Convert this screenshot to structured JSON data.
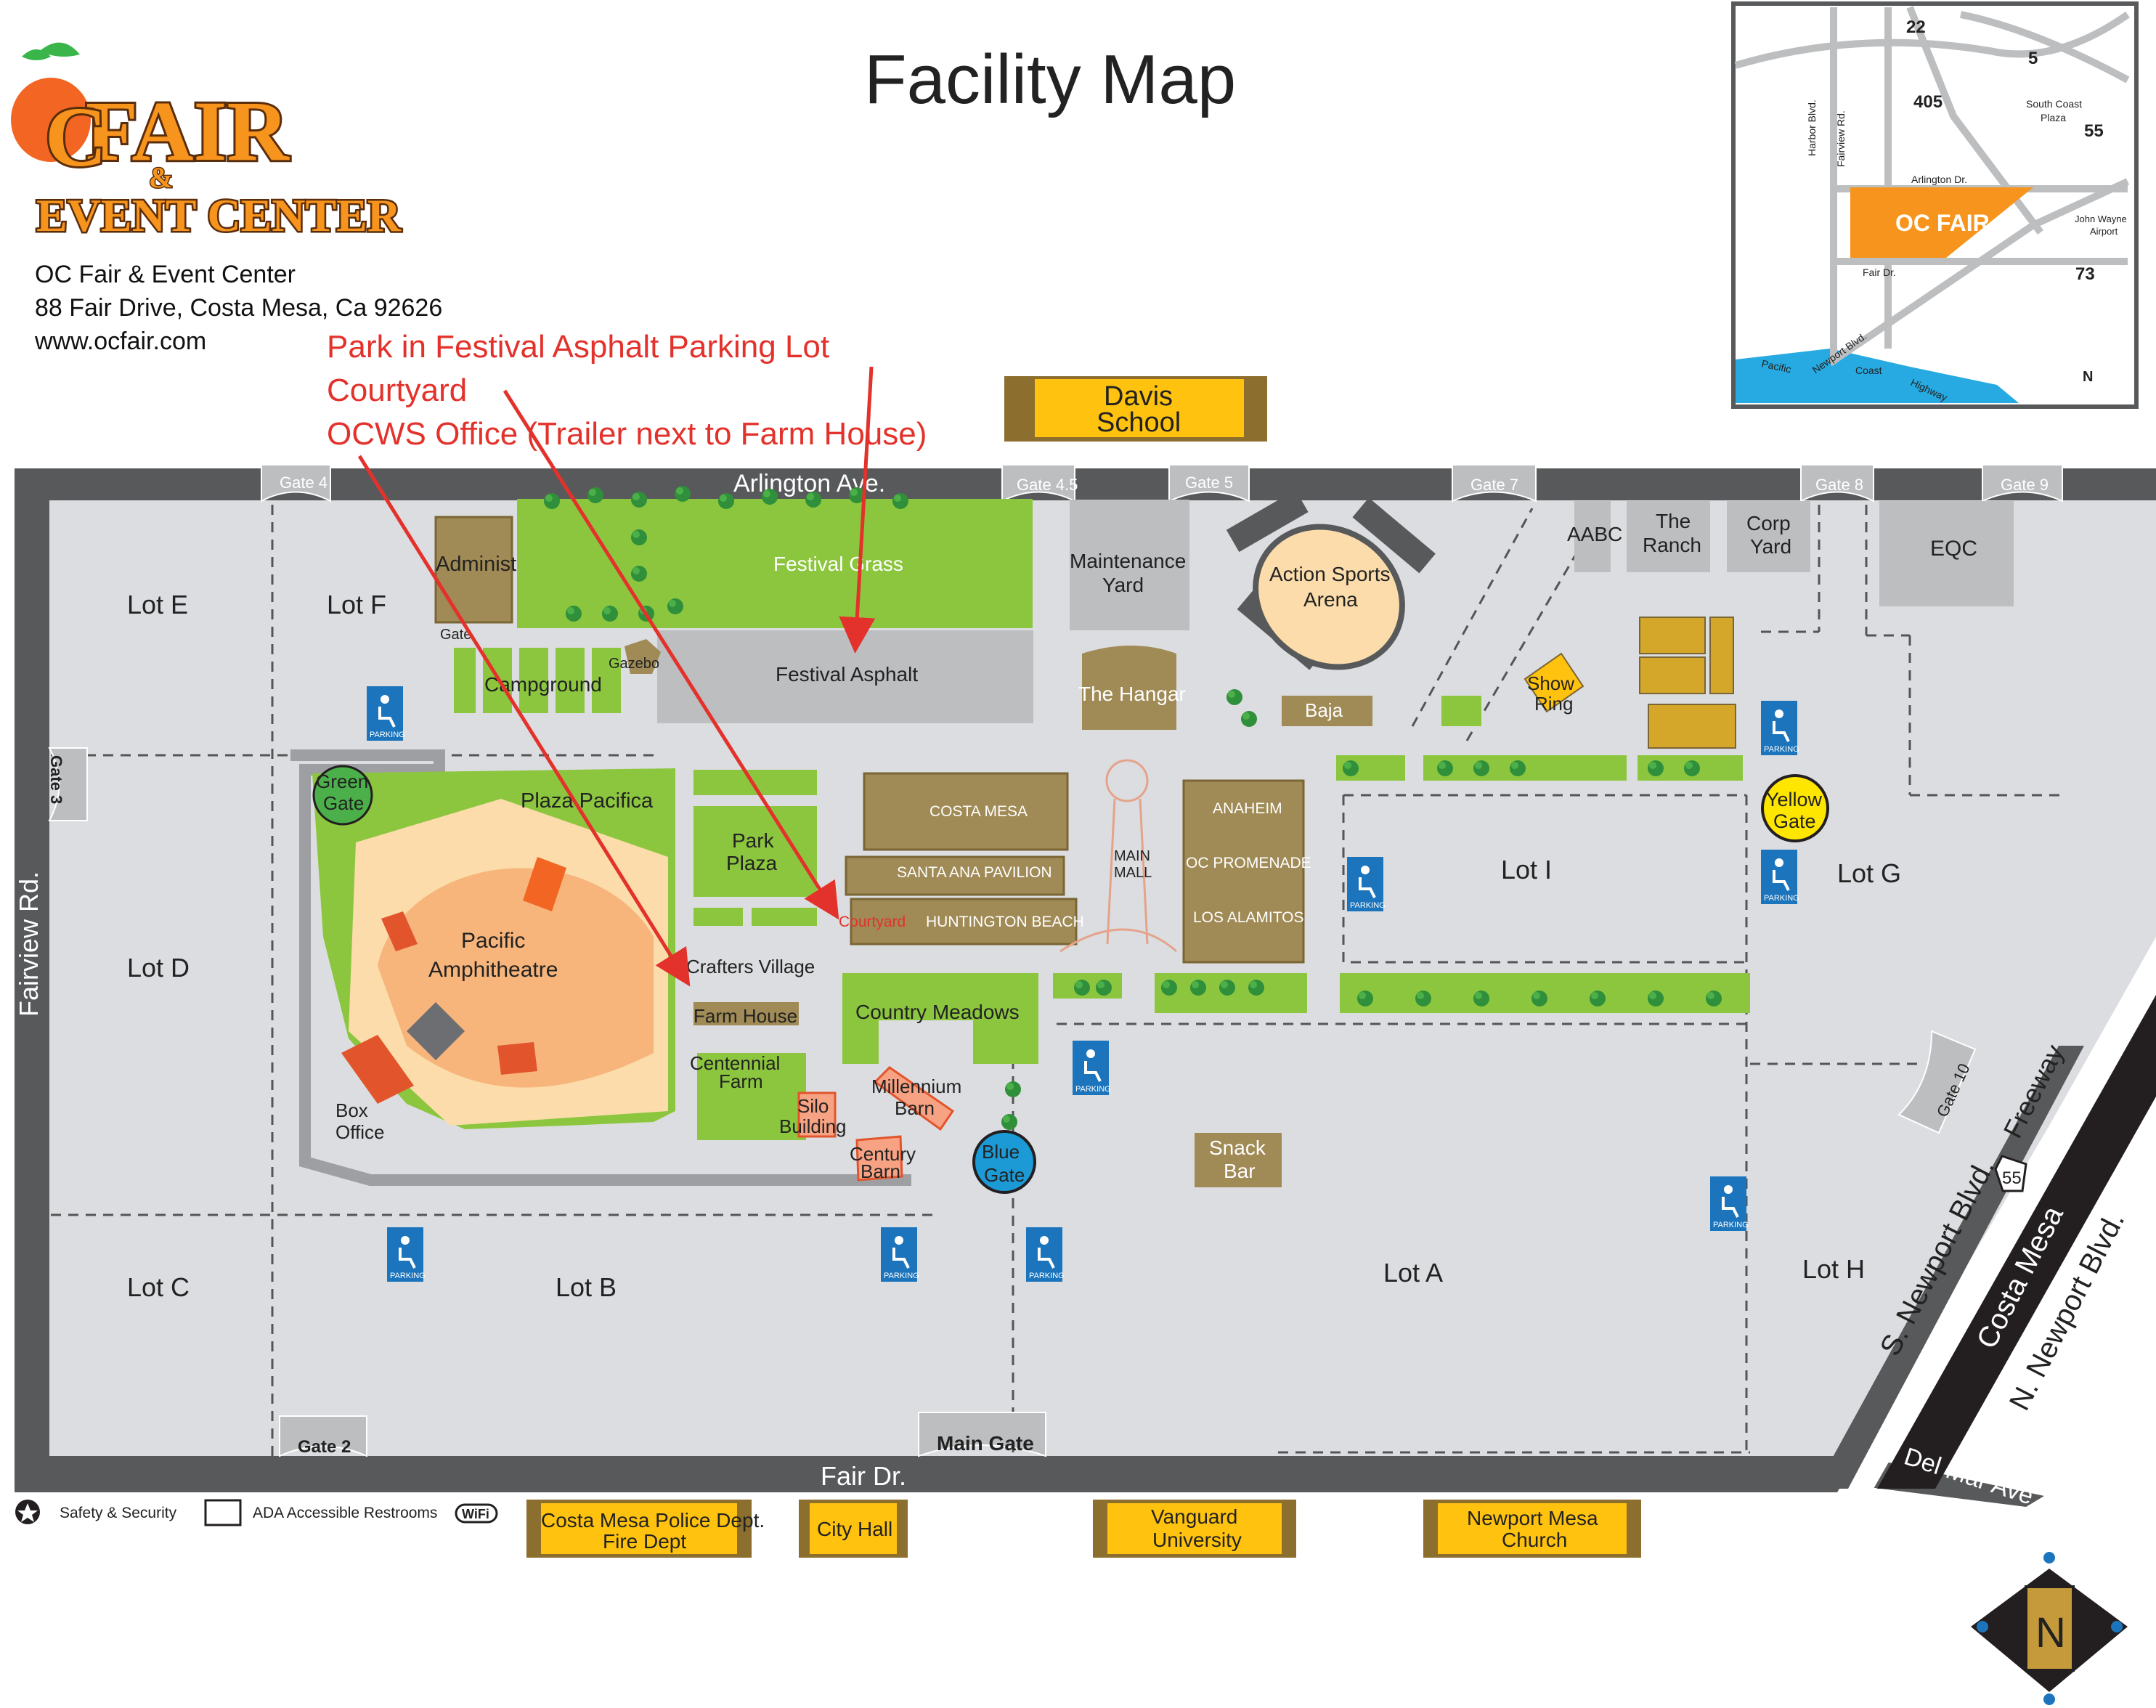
{
  "header": {
    "title": "Facility Map",
    "logo_text": "OC FAIR & EVENT CENTER",
    "address_line1": "OC Fair & Event Center",
    "address_line2": "88 Fair Drive, Costa Mesa, Ca 92626",
    "website": "www.ocfair.com"
  },
  "annotations": {
    "line1": "Park in Festival Asphalt Parking Lot",
    "line2": "Courtyard",
    "line3": "OCWS Office   (Trailer next to Farm   House)"
  },
  "streets": {
    "arlington": "Arlington Ave.",
    "fairview": "Fairview Rd.",
    "fair_dr": "Fair Dr.",
    "s_newport": "S. Newport Blvd.",
    "n_newport": "N. Newport Blvd.",
    "costa_mesa": "Costa Mesa",
    "freeway": "Freeway",
    "del_mar": "Del Mar Ave",
    "freeway_shield": "55"
  },
  "gates": {
    "gate2": "Gate 2",
    "gate3": "Gate 3",
    "gate4": "Gate 4",
    "gate45": "Gate 4.5",
    "gate5": "Gate 5",
    "gate7": "Gate 7",
    "gate8": "Gate 8",
    "gate9": "Gate 9",
    "gate10": "Gate 10",
    "main_gate": "Main Gate",
    "green_gate_1": "Green",
    "green_gate_2": "Gate",
    "yellow_gate_1": "Yellow",
    "yellow_gate_2": "Gate",
    "blue_gate_1": "Blue",
    "blue_gate_2": "Gate",
    "gate_small": "Gate"
  },
  "lots": {
    "a": "Lot A",
    "b": "Lot B",
    "c": "Lot C",
    "d": "Lot D",
    "e": "Lot E",
    "f": "Lot F",
    "g": "Lot G",
    "h": "Lot H",
    "i": "Lot I"
  },
  "places": {
    "administration": "Administration",
    "festival_grass": "Festival Grass",
    "festival_asphalt": "Festival Asphalt",
    "campground": "Campground",
    "gazebo": "Gazebo",
    "plaza_pacifica": "Plaza Pacifica",
    "pacific_1": "Pacific",
    "pacific_2": "Amphitheatre",
    "box_office_1": "Box",
    "box_office_2": "Office",
    "park_plaza_1": "Park",
    "park_plaza_2": "Plaza",
    "crafters_village": "Crafters Village",
    "farm_house": "Farm House",
    "centennial_1": "Centennial",
    "centennial_2": "Farm",
    "silo_1": "Silo",
    "silo_2": "Building",
    "millennium_1": "Millennium",
    "millennium_2": "Barn",
    "century_1": "Century",
    "century_2": "Barn",
    "country_meadows": "Country Meadows",
    "courtyard": "Courtyard",
    "costa_mesa_bldg": "COSTA MESA",
    "santa_ana": "SANTA ANA PAVILION",
    "huntington": "HUNTINGTON BEACH",
    "main_mall_1": "MAIN",
    "main_mall_2": "MALL",
    "anaheim": "ANAHEIM",
    "oc_promenade": "OC PROMENADE",
    "los_alamitos": "LOS ALAMITOS",
    "maintenance_1": "Maintenance",
    "maintenance_2": "Yard",
    "the_hangar": "The Hangar",
    "action_1": "Action Sports",
    "action_2": "Arena",
    "baja": "Baja",
    "show_ring_1": "Show",
    "show_ring_2": "Ring",
    "aabc": "AABC",
    "ranch_1": "The",
    "ranch_2": "Ranch",
    "corp_1": "Corp",
    "corp_2": "Yard",
    "eqc": "EQC",
    "snack_1": "Snack",
    "snack_2": "Bar",
    "parking": "PARKING"
  },
  "external_labels": {
    "davis_1": "Davis",
    "davis_2": "School",
    "police_1": "Costa Mesa Police Dept.",
    "police_2": "Fire Dept",
    "city_hall": "City Hall",
    "vanguard_1": "Vanguard",
    "vanguard_2": "University",
    "newport_church_1": "Newport Mesa",
    "newport_church_2": "Church"
  },
  "legend": {
    "safety": "Safety & Security",
    "ada": "ADA Accessible Restrooms",
    "wifi": "WiFi"
  },
  "inset": {
    "hwy22": "22",
    "hwy5": "5",
    "hwy405": "405",
    "hwy55": "55",
    "hwy73": "73",
    "south_coast_1": "South Coast",
    "south_coast_2": "Plaza",
    "harbor": "Harbor Blvd.",
    "fairview": "Fairview Rd.",
    "arlington": "Arlington Dr.",
    "fair_dr": "Fair Dr.",
    "airport_1": "John Wayne",
    "airport_2": "Airport",
    "newport": "Newport Blvd.",
    "pacific": "Pacific",
    "coast": "Coast",
    "highway": "Highway",
    "north": "N",
    "logo": "OC FAIR"
  },
  "compass_letter": "N",
  "colors": {
    "road": "#58595b",
    "lot": "#dcdde0",
    "building_gray": "#bcbec0",
    "grass": "#8cc63f",
    "tan_building": "#a08a55",
    "annotation_red": "#e3322b",
    "sign_yellow": "#ffc20e",
    "orange": "#f26522",
    "parking_blue": "#1c75bc"
  }
}
